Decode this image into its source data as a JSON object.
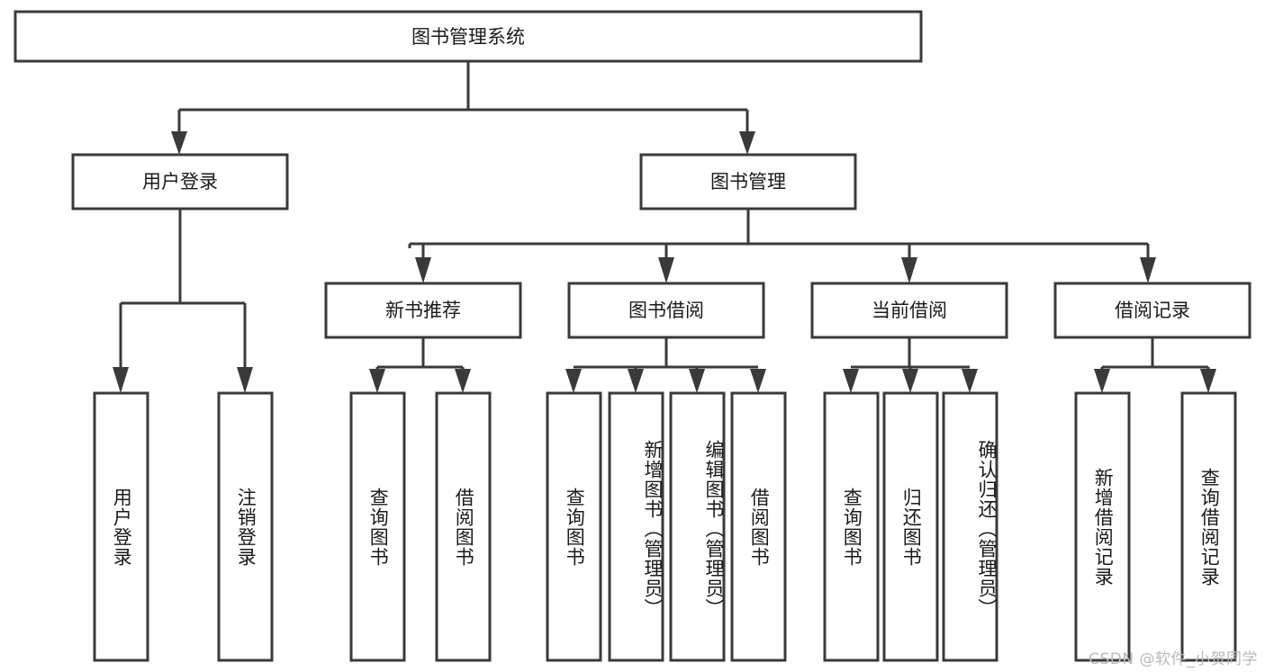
{
  "diagram": {
    "type": "tree-hierarchy-flowchart",
    "title_node": {
      "id": "root",
      "label": "图书管理系统"
    },
    "level1": [
      {
        "id": "user-login",
        "label": "用户登录"
      },
      {
        "id": "book-management",
        "label": "图书管理"
      }
    ],
    "level2": [
      {
        "id": "new-book-recommend",
        "label": "新书推荐",
        "parent": "book-management"
      },
      {
        "id": "book-borrow",
        "label": "图书借阅",
        "parent": "book-management"
      },
      {
        "id": "current-borrow",
        "label": "当前借阅",
        "parent": "book-management"
      },
      {
        "id": "borrow-record",
        "label": "借阅记录",
        "parent": "book-management"
      }
    ],
    "leaves": {
      "user-login": [
        {
          "id": "leaf-user-login",
          "label": "用户登录"
        },
        {
          "id": "leaf-logout-login",
          "label": "注销登录"
        }
      ],
      "new-book-recommend": [
        {
          "id": "leaf-query-book-1",
          "label": "查询图书"
        },
        {
          "id": "leaf-borrow-book-1",
          "label": "借阅图书"
        }
      ],
      "book-borrow": [
        {
          "id": "leaf-query-book-2",
          "label": "查询图书"
        },
        {
          "id": "leaf-add-book",
          "label": "新增图书（管理员）"
        },
        {
          "id": "leaf-edit-book",
          "label": "编辑图书（管理员）"
        },
        {
          "id": "leaf-borrow-book-2",
          "label": "借阅图书"
        }
      ],
      "current-borrow": [
        {
          "id": "leaf-query-book-3",
          "label": "查询图书"
        },
        {
          "id": "leaf-return-book",
          "label": "归还图书"
        },
        {
          "id": "leaf-confirm-return",
          "label": "确认归还（管理员）"
        }
      ],
      "borrow-record": [
        {
          "id": "leaf-add-record",
          "label": "新增借阅记录"
        },
        {
          "id": "leaf-query-record",
          "label": "查询借阅记录"
        }
      ]
    },
    "colors": {
      "box_stroke": "#3a3a3a",
      "box_fill": "#ffffff",
      "connector": "#3a3a3a",
      "text": "#1a1a1a",
      "watermark": "#b9b9b9",
      "background": "#ffffff"
    }
  },
  "watermark": {
    "text": "CSDN @软件_小贺同学"
  }
}
